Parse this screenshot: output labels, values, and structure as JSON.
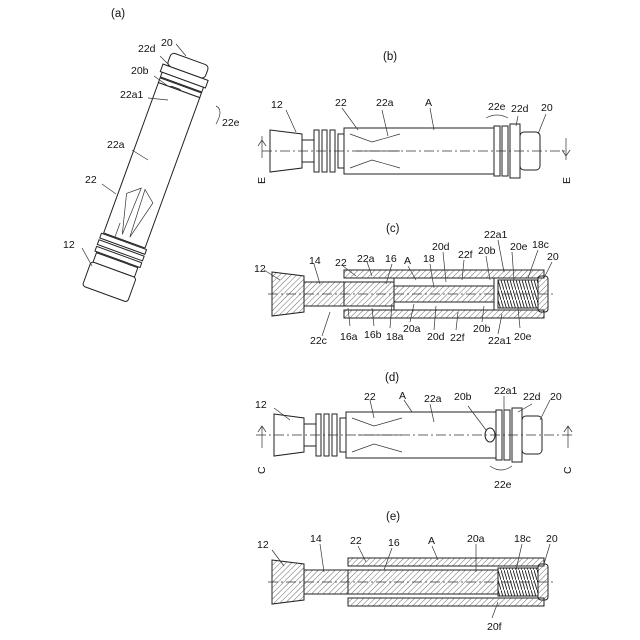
{
  "figure": {
    "panels": {
      "a": "(a)",
      "b": "(b)",
      "c": "(c)",
      "d": "(d)",
      "e": "(e)"
    },
    "a_labels": [
      "20",
      "22d",
      "20b",
      "22a1",
      "22e",
      "22a",
      "22",
      "12"
    ],
    "b_labels": [
      "12",
      "22",
      "22a",
      "A",
      "22e",
      "22d",
      "20",
      "E",
      "E"
    ],
    "c_labels_top": [
      "12",
      "14",
      "22",
      "22a",
      "16",
      "A",
      "18",
      "20d",
      "22f",
      "22a1",
      "20b",
      "20e",
      "18c",
      "20"
    ],
    "c_labels_bottom": [
      "22c",
      "16a",
      "16b",
      "18a",
      "20a",
      "20d",
      "22f",
      "20b",
      "22a1",
      "20e"
    ],
    "d_labels": [
      "12",
      "22",
      "A",
      "22a",
      "20b",
      "22a1",
      "22d",
      "20",
      "C",
      "C",
      "22e"
    ],
    "e_labels": [
      "12",
      "14",
      "22",
      "16",
      "A",
      "20a",
      "18c",
      "20",
      "20f"
    ]
  }
}
